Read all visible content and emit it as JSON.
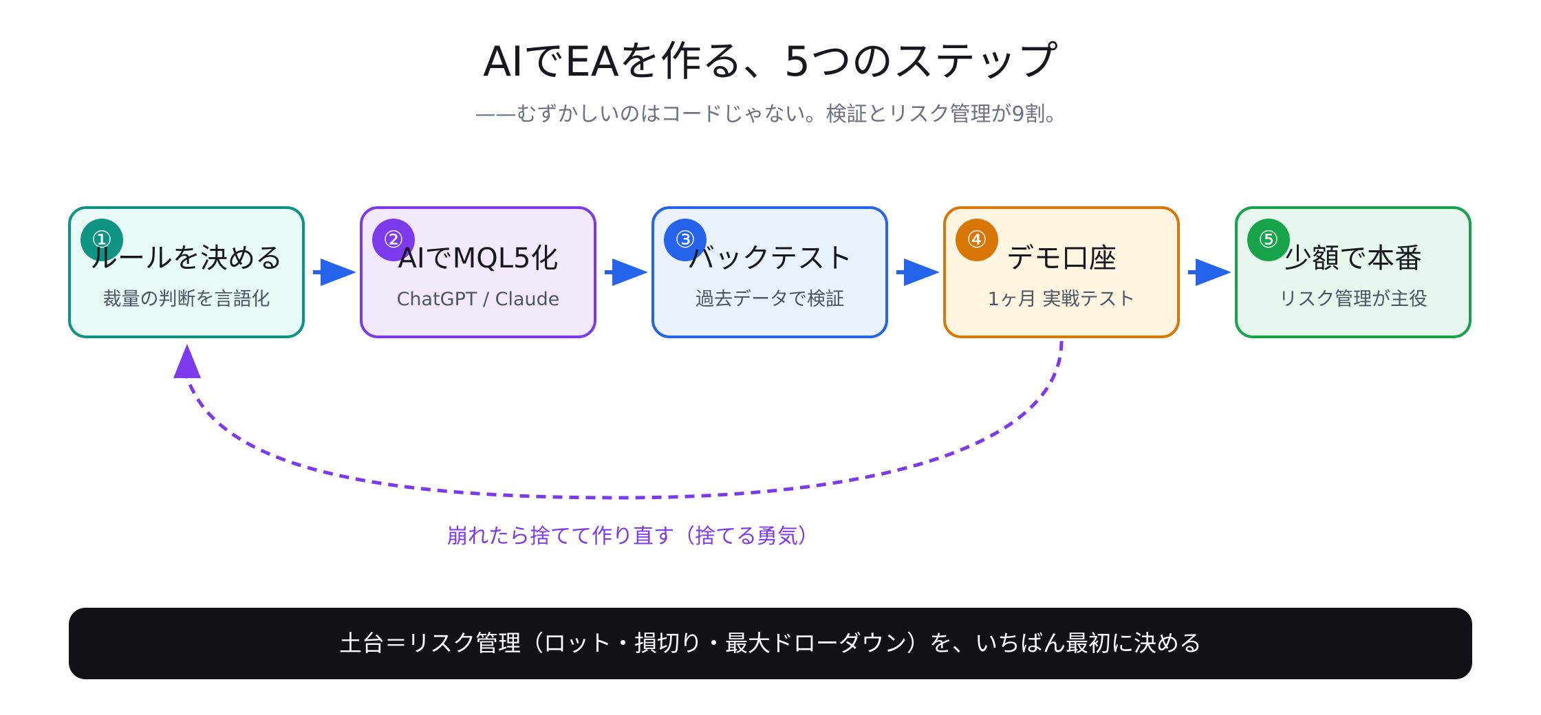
{
  "title": "AIでEAを作る、5つのステップ",
  "subtitle": "——むずかしいのはコードじゃない。検証とリスク管理が9割。",
  "steps": [
    {
      "number": "①",
      "label": "ルールを決める",
      "sub": "裁量の判断を言語化",
      "color": "#0f9484",
      "fill": "#e8fbf6"
    },
    {
      "number": "②",
      "label": "AIでMQL5化",
      "sub": "ChatGPT / Claude",
      "color": "#7c3aed",
      "fill": "#f3e9fd"
    },
    {
      "number": "③",
      "label": "バックテスト",
      "sub": "過去データで検証",
      "color": "#2563eb",
      "fill": "#e9f2fe"
    },
    {
      "number": "④",
      "label": "デモ口座",
      "sub": "1ヶ月 実戦テスト",
      "color": "#d97706",
      "fill": "#fff5e1"
    },
    {
      "number": "⑤",
      "label": "少額で本番",
      "sub": "リスク管理が主役",
      "color": "#16a34a",
      "fill": "#e8f7ed"
    }
  ],
  "arrow_color": "#2563eb",
  "loop": {
    "from_step": 4,
    "to_step": 1,
    "label": "崩れたら捨てて作り直す（捨てる勇気）",
    "color": "#7c3aed",
    "style": "dashed"
  },
  "banner": {
    "text": "土台＝リスク管理（ロット・損切り・最大ドローダウン）を、いちばん最初に決める"
  }
}
